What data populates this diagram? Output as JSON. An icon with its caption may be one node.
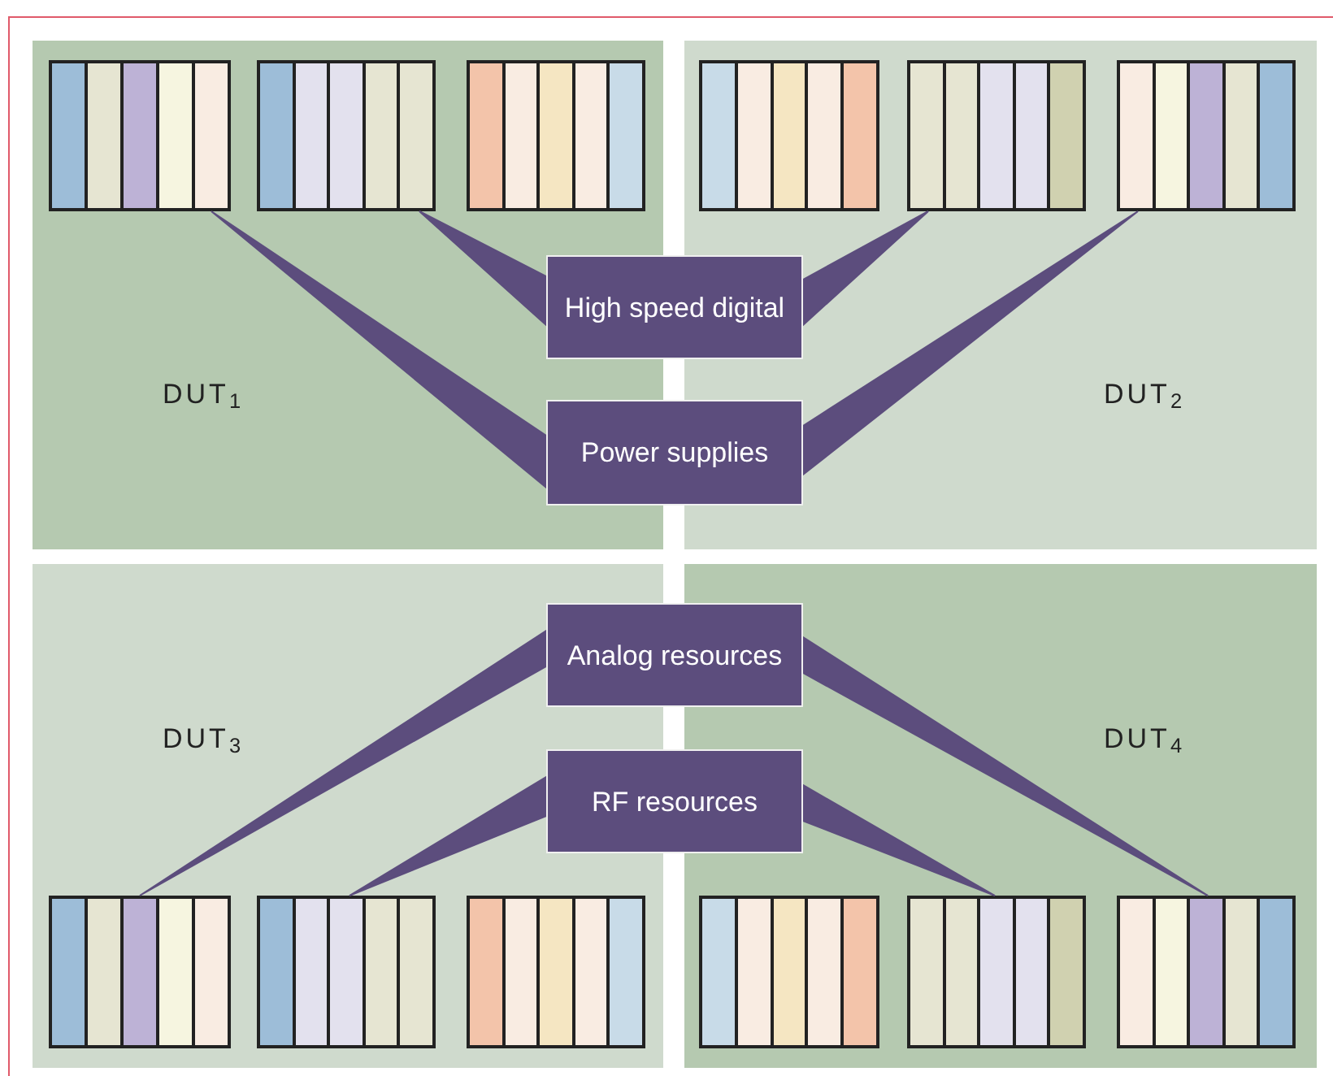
{
  "diagram": {
    "nodes": [
      {
        "text": [
          "DUT$_{1}$"
        ]
      },
      {
        "text": [],
        "shape": "box",
        "in": 0
      },
      {
        "text": [],
        "shape": "box",
        "in": 0
      },
      {
        "text": [],
        "shape": "box",
        "in": 0
      },
      {
        "text": [
          "DUT$_{2}$"
        ]
      },
      {
        "text": [],
        "shape": "box",
        "in": 4
      },
      {
        "text": [],
        "shape": "box",
        "in": 4
      },
      {
        "text": [],
        "shape": "box",
        "in": 4
      },
      {
        "text": [
          "High speed digital"
        ]
      },
      {
        "text": [
          "Power supplies"
        ]
      },
      {
        "text": [
          "DUT$_{3}$"
        ]
      },
      {
        "text": [],
        "shape": "box",
        "in": 10
      },
      {
        "text": [],
        "shape": "box",
        "in": 10
      },
      {
        "text": [],
        "shape": "box",
        "in": 10
      },
      {
        "text": [
          "DUT$_{4}$"
        ]
      },
      {
        "text": [],
        "shape": "box",
        "in": 14
      },
      {
        "text": [],
        "shape": "box",
        "in": 14
      },
      {
        "text": [],
        "shape": "box",
        "in": 14
      },
      {
        "text": [
          "Analog resources"
        ]
      },
      {
        "text": [
          "RF resources"
        ]
      }
    ],
    "edges": [
      {
        "from": 9,
        "to": 1,
        "arrow": "none"
      },
      {
        "from": 8,
        "to": 2,
        "arrow": "none"
      },
      {
        "from": 8,
        "to": 6,
        "arrow": "none"
      },
      {
        "from": 9,
        "to": 7,
        "arrow": "none"
      },
      {
        "from": 18,
        "to": 11,
        "arrow": "none"
      },
      {
        "from": 19,
        "to": 12,
        "arrow": "none"
      },
      {
        "from": 19,
        "to": 16,
        "arrow": "none"
      },
      {
        "from": 18,
        "to": 17,
        "arrow": "none"
      }
    ]
  }
}
